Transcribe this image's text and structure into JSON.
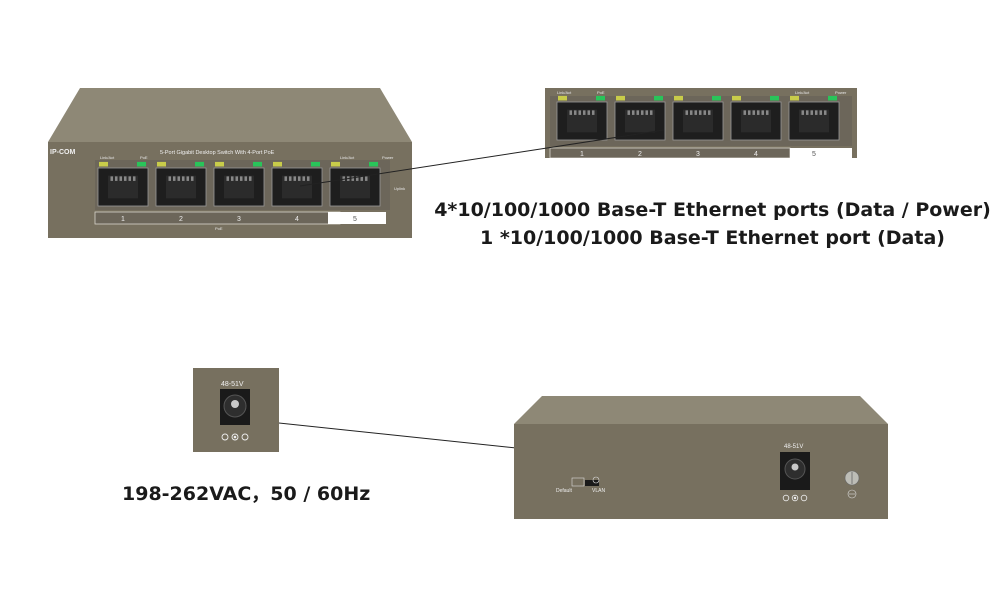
{
  "front_panel": {
    "brand": "IP-COM",
    "model_label": "5-Port Gigabit Desktop Switch With 4-Port PoE",
    "link_act": "Link/Act",
    "poe": "PoE",
    "power": "Power",
    "uplink": "Uplink",
    "poe_bar": "PoE",
    "ports": [
      "1",
      "2",
      "3",
      "4",
      "5"
    ]
  },
  "ports_caption": {
    "line1": "4*10/100/1000 Base-T Ethernet ports (Data / Power)",
    "line2": "1 *10/100/1000 Base-T Ethernet port (Data)"
  },
  "rear_panel": {
    "voltage": "48-51V",
    "default": "Default",
    "vlan": "VLAN"
  },
  "power_caption": "198-262VAC，50 / 60Hz",
  "colors": {
    "chassis": "#77705f",
    "chassis_top": "#8f8a78",
    "panel": "#d9d6cc",
    "led_green": "#29c45a",
    "led_yellow": "#c8cc4a"
  }
}
